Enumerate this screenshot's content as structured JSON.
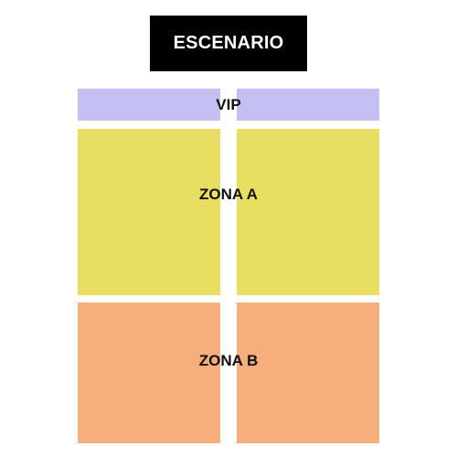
{
  "stage": {
    "label": "ESCENARIO",
    "color": "#000000"
  },
  "sections": {
    "vip": {
      "label": "VIP",
      "color": "#c5c0f4"
    },
    "zona_a": {
      "label": "ZONA A",
      "color": "#e8de62"
    },
    "zona_b": {
      "label": "ZONA B",
      "color": "#f5ae7c"
    }
  }
}
